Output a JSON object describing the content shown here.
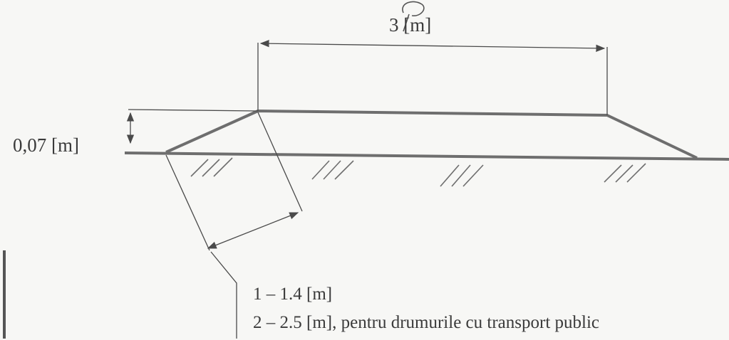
{
  "diagram": {
    "width_label": "3 [m]",
    "height_label": "0,07 [m]",
    "ramp_length_line1": "1 – 1.4 [m]",
    "ramp_length_line2": "2 – 2.5 [m], pentru drumurile cu transport public",
    "colors": {
      "surface": "#6e6e6e",
      "line": "#4a4a4a",
      "text": "#3a3a3a",
      "paper": "#f7f7f5"
    }
  }
}
